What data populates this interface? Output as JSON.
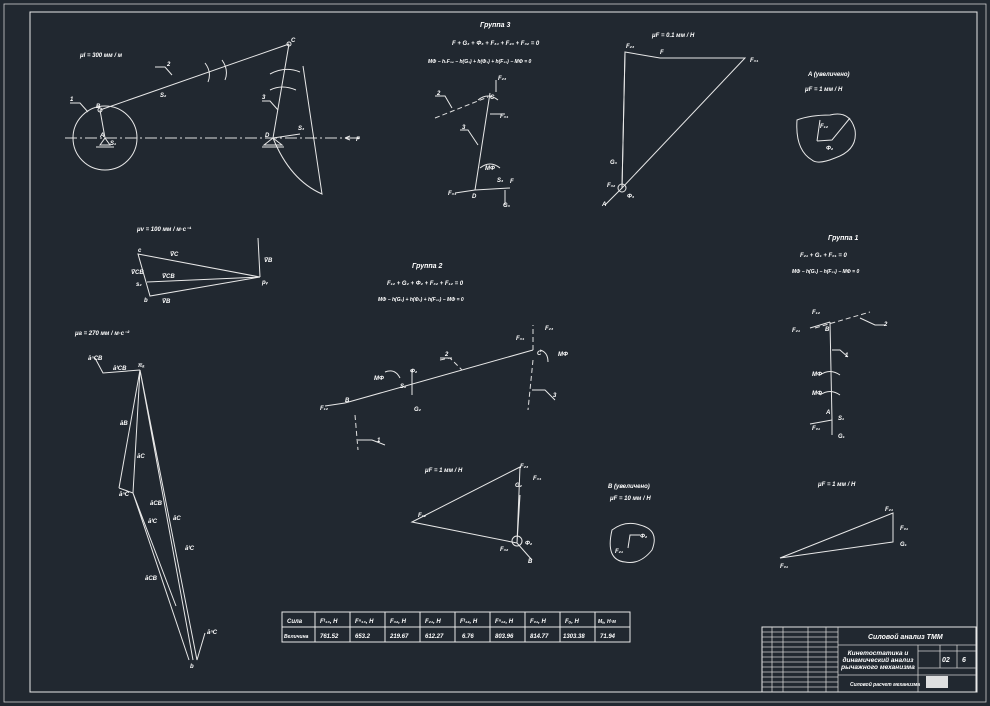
{
  "scales": {
    "mechanism": "μl = 300 мм / м",
    "velocity": "μv = 100 мм / м·с⁻¹",
    "acceleration": "μa = 270 мм / м·с⁻²",
    "force_group3": "μF = 0.1 мм / Н",
    "detail_A": "μF = 1 мм / Н",
    "force_group2": "μF = 1 мм / Н",
    "detail_B": "μF = 10 мм / Н",
    "force_group1": "μF = 1 мм / Н"
  },
  "captions": {
    "group3": "Группа 3",
    "group3_eq1": "F + G₃ + Φ₃ + F₃₄ + F₂₃ + F₃₂ = 0",
    "group3_eq2": "MΦ − h₁F₃₄ − h(G₃) + h(Φ₃) + h(F₃₂) − MΦ = 0",
    "group2": "Группа 2",
    "group2_eq1": "F₁₂ + G₂ + Φ₂ + F₃₂ + F₁₂ = 0",
    "group2_eq2": "MΦ − h(G₂) + h(Φ₂) + h(F₃₂) − MΦ = 0",
    "group1": "Группа 1",
    "group1_eq1": "F₂₁ + G₁ + F₀₁ = 0",
    "group1_eq2": "MΦ − h(G₁) − h(F₂₁) − MΦ = 0",
    "detail_A": "A (увеличено)",
    "detail_B": "B (увеличено)"
  },
  "points": {
    "A": "A",
    "B": "B",
    "C": "C",
    "D": "D",
    "link1": "1",
    "link2": "2",
    "link3": "3",
    "S1": "S₁",
    "S2": "S₂",
    "S3": "S₃",
    "F": "F",
    "F34": "F₃₄",
    "F23": "F₂₃",
    "F32": "F₃₂",
    "F12": "F₁₂",
    "F21": "F₂₁",
    "F01": "F₀₁",
    "G1": "G₁",
    "G2": "G₂",
    "G3": "G₃",
    "Phi2": "Φ₂",
    "Phi3": "Φ₃",
    "M": "MΦ",
    "pv": "pᵥ",
    "pa": "πₐ",
    "a": "a",
    "b": "b",
    "c": "c",
    "s2": "s₂",
    "VB": "V̄B",
    "VC": "V̄C",
    "VCB": "V̄CB",
    "aB": "āB",
    "aC": "āC",
    "aCB": "āCB",
    "anCB": "āⁿCB",
    "atCB": "āᵗCB",
    "anC": "āⁿC",
    "atC": "āᵗC"
  },
  "table": {
    "row_headers": [
      "Сила",
      "Величина"
    ],
    "columns": [
      "Fᵗ₄₃, Н",
      "Fⁿ₄₃, Н",
      "F₃₂, Н",
      "F₂₁, Н",
      "Fᵗ₁₂, Н",
      "Fⁿ₁₂, Н",
      "F₀₁, Н",
      "Fₒ, Н",
      "Mᵤ, Н·м"
    ],
    "values": [
      "761.52",
      "653.2",
      "219.67",
      "612.27",
      "6.76",
      "803.96",
      "814.77",
      "1303.38",
      "71.94"
    ]
  },
  "title_block": {
    "title": "Силовой анализ ТММ",
    "subtitle": "Кинетостатика и динамический анализ рычажного механизма",
    "sheet_type": "Силовой расчет механизма",
    "sheet_no": "02",
    "sheets": "6"
  }
}
